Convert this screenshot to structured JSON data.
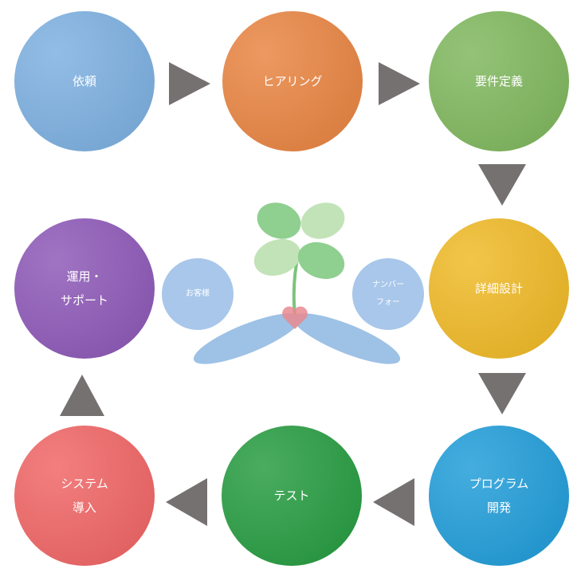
{
  "steps": [
    {
      "lines": [
        "依頼"
      ],
      "color": "#7aaee0"
    },
    {
      "lines": [
        "ヒアリング"
      ],
      "color": "#e8823e"
    },
    {
      "lines": [
        "要件定義"
      ],
      "color": "#7db65a"
    },
    {
      "lines": [
        "詳細設計"
      ],
      "color": "#efb822"
    },
    {
      "lines": [
        "プログラム",
        "開発"
      ],
      "color": "#1c9bd8"
    },
    {
      "lines": [
        "テスト"
      ],
      "color": "#229a3d"
    },
    {
      "lines": [
        "システム",
        "導入"
      ],
      "color": "#f06262"
    },
    {
      "lines": [
        "運用・",
        "サポート"
      ],
      "color": "#8b55b6"
    }
  ],
  "center": {
    "customer": "お客様",
    "company": [
      "ナンバー",
      "フォー"
    ]
  },
  "colors": {
    "arrow": "#757171",
    "leaf": "#8fcf8f",
    "petal": "#9ec1e6",
    "heart": "#e88a90"
  }
}
